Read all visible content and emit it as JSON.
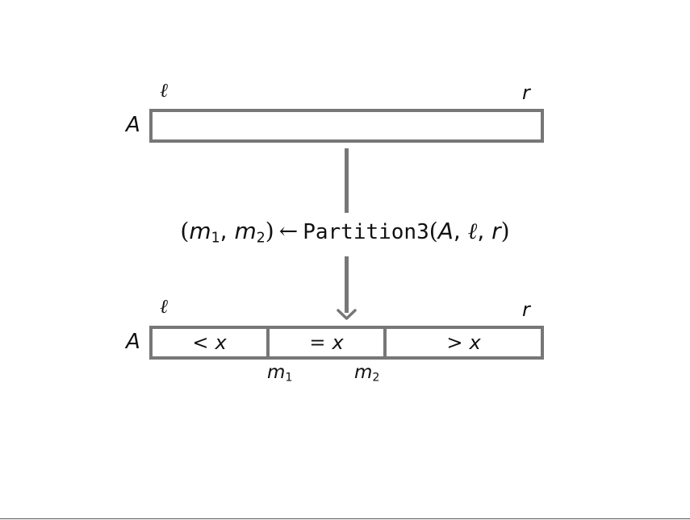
{
  "diagram": {
    "top_array": {
      "array_label": "A",
      "left_label": "ℓ",
      "right_label": "r"
    },
    "caption": {
      "open_paren": "(",
      "m1_base": "m",
      "m1_sub": "1",
      "comma1": ", ",
      "m2_base": "m",
      "m2_sub": "2",
      "close_paren": ")",
      "assign_arrow": "←",
      "function_name": "Partition3",
      "args_open": "(",
      "arg_A": "A",
      "arg_sep1": ", ",
      "arg_l": "ℓ",
      "arg_sep2": ", ",
      "arg_r": "r",
      "args_close": ")"
    },
    "bottom_array": {
      "array_label": "A",
      "left_label": "ℓ",
      "right_label": "r",
      "cells": [
        {
          "op": "<",
          "var": "x"
        },
        {
          "op": "=",
          "var": "x"
        },
        {
          "op": ">",
          "var": "x"
        }
      ],
      "boundary_labels": [
        {
          "base": "m",
          "sub": "1"
        },
        {
          "base": "m",
          "sub": "2"
        }
      ]
    },
    "colors": {
      "stroke": "#777777",
      "text": "#111111",
      "background": "#ffffff"
    }
  }
}
